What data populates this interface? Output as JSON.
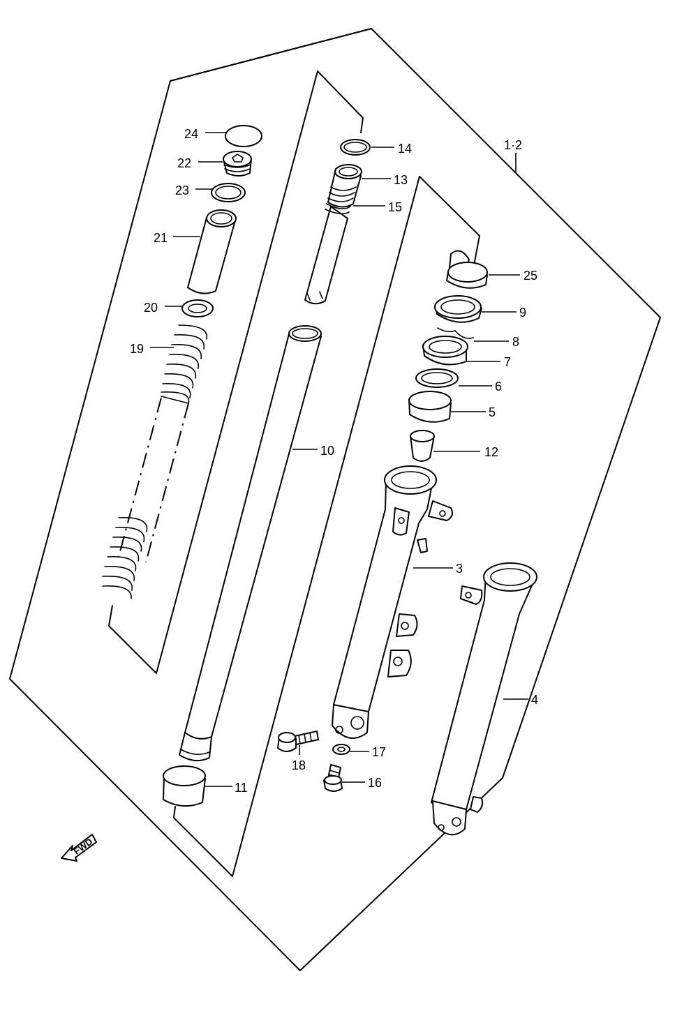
{
  "assembly_label": "1·2",
  "fwd_label": "FWD",
  "callouts": {
    "p3": "3",
    "p4": "4",
    "p5": "5",
    "p6": "6",
    "p7": "7",
    "p8": "8",
    "p9": "9",
    "p10": "10",
    "p11": "11",
    "p12": "12",
    "p13": "13",
    "p14": "14",
    "p15": "15",
    "p16": "16",
    "p17": "17",
    "p18": "18",
    "p19": "19",
    "p20": "20",
    "p21": "21",
    "p22": "22",
    "p23": "23",
    "p24": "24",
    "p25": "25"
  }
}
